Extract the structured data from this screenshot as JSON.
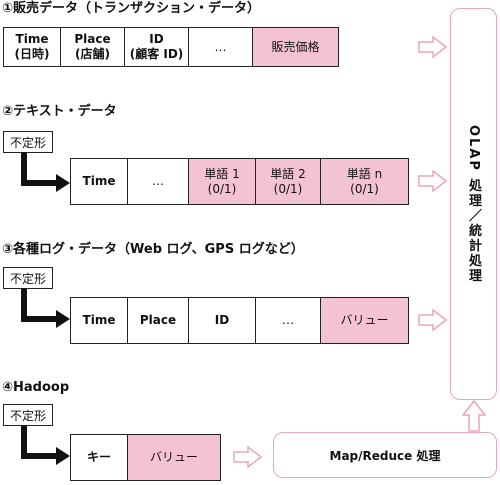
{
  "section1": {
    "heading": "①販売データ（トランザクション・データ）",
    "cells": [
      {
        "line1": "Time",
        "line2": "(日時)"
      },
      {
        "line1": "Place",
        "line2": "(店舗)"
      },
      {
        "line1": "ID",
        "line2": "(顧客 ID)"
      },
      {
        "line1": "…",
        "line2": ""
      },
      {
        "line1": "販売価格",
        "line2": ""
      }
    ]
  },
  "section2": {
    "heading": "②テキスト・データ",
    "tag": "不定形",
    "cells": [
      {
        "line1": "Time",
        "line2": ""
      },
      {
        "line1": "…",
        "line2": ""
      },
      {
        "line1": "単語 1",
        "line2": "(0/1)"
      },
      {
        "line1": "単語 2",
        "line2": "(0/1)"
      },
      {
        "line1": "単語 n",
        "line2": "(0/1)"
      }
    ]
  },
  "section3": {
    "heading": "③各種ログ・データ（Web ログ、GPS ログなど）",
    "tag": "不定形",
    "cells": [
      {
        "line1": "Time",
        "line2": ""
      },
      {
        "line1": "Place",
        "line2": ""
      },
      {
        "line1": "ID",
        "line2": ""
      },
      {
        "line1": "…",
        "line2": ""
      },
      {
        "line1": "バリュー",
        "line2": ""
      }
    ]
  },
  "section4": {
    "heading": "④Hadoop",
    "tag": "不定形",
    "cells": [
      {
        "line1": "キー",
        "line2": ""
      },
      {
        "line1": "バリュー",
        "line2": ""
      }
    ]
  },
  "olap": "OLAP 処理／統計処理",
  "mapreduce": "Map/Reduce 処理",
  "colors": {
    "pink": "#f4c3d2",
    "pink_outline": "#e8a6bb",
    "border": "#222222"
  }
}
